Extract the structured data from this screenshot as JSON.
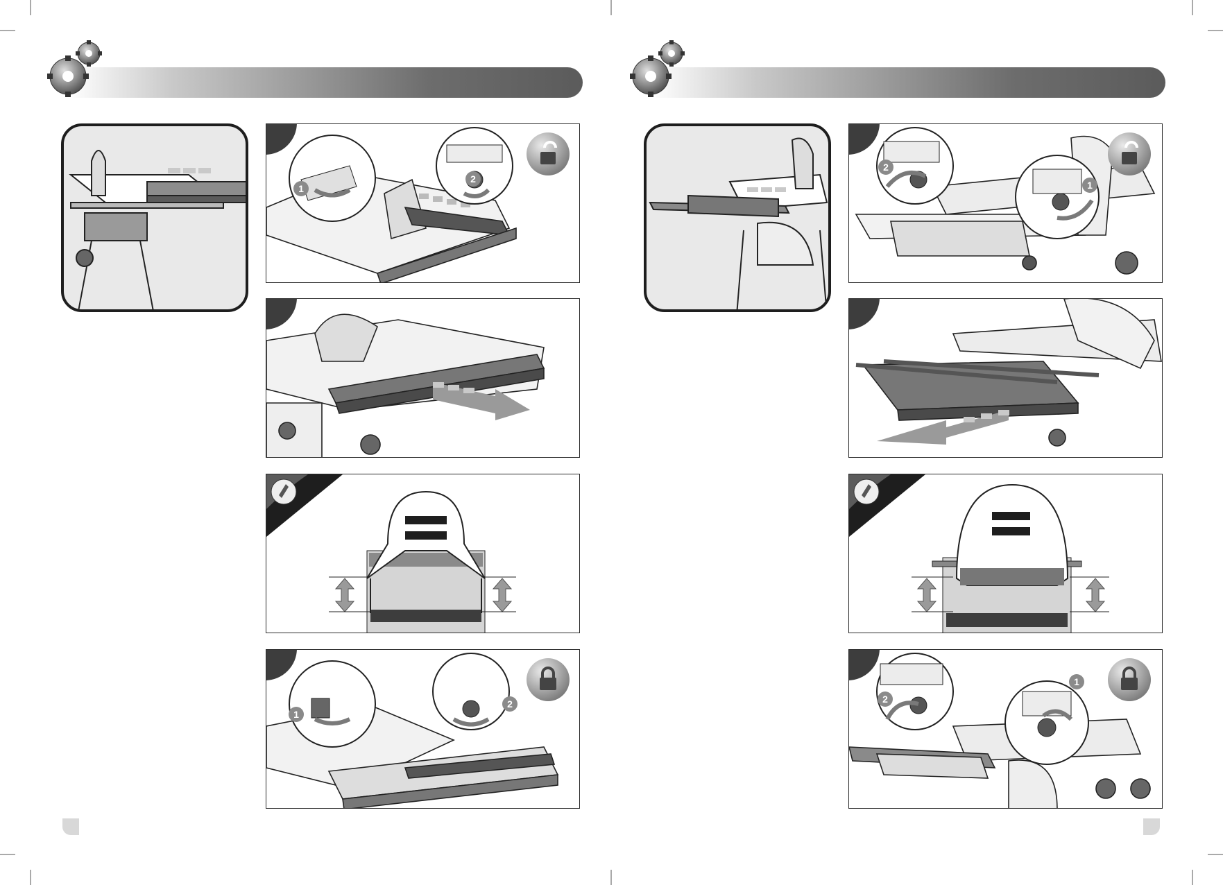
{
  "pages": [
    {
      "side": "left",
      "header": {
        "icon": "gears-icon"
      },
      "overview": {
        "icon": "side-extension-overview"
      },
      "steps": [
        {
          "callouts": [
            "1",
            "2"
          ],
          "lock_state": "unlock-icon"
        },
        {
          "callouts": []
        },
        {
          "hint": "equal-level-check",
          "equals_sign": true
        },
        {
          "callouts": [
            "1",
            "2"
          ],
          "lock_state": "lock-icon"
        }
      ]
    },
    {
      "side": "right",
      "header": {
        "icon": "gears-icon"
      },
      "overview": {
        "icon": "rear-extension-overview"
      },
      "steps": [
        {
          "callouts": [
            "2",
            "1"
          ],
          "lock_state": "unlock-icon"
        },
        {
          "callouts": []
        },
        {
          "hint": "equal-level-check",
          "equals_sign": true
        },
        {
          "callouts": [
            "1",
            "2"
          ],
          "lock_state": "lock-icon"
        }
      ]
    }
  ],
  "colors": {
    "dark": "#3d3d3d",
    "header_light": "#ffffff",
    "header_dark": "#5b5b5b",
    "panel_gray": "#e9e9e9"
  }
}
